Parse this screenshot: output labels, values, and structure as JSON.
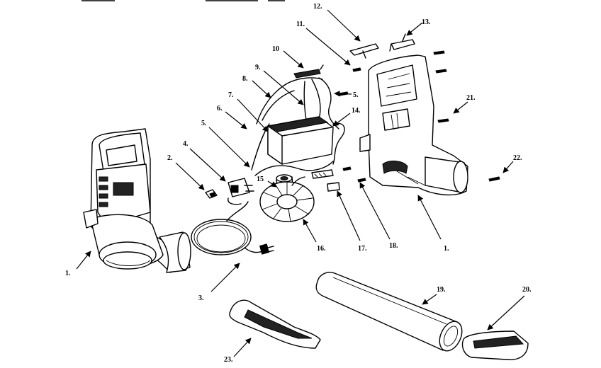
{
  "callouts": {
    "c1a": "1.",
    "c1b": "1.",
    "c2": "2.",
    "c3": "3.",
    "c4": "4.",
    "c5a": "5.",
    "c5b": "5.",
    "c6": "6.",
    "c7": "7.",
    "c8": "8.",
    "c9": "9.",
    "c10": "10",
    "c11": "11.",
    "c12": "12.",
    "c13": "13.",
    "c14": "14.",
    "c15": "15",
    "c16": "16.",
    "c17": "17.",
    "c18": "18.",
    "c19": "19.",
    "c20": "20.",
    "c21": "21.",
    "c22": "22.",
    "c23": "23."
  },
  "colors": {
    "ink": "#000000",
    "paper": "#ffffff"
  }
}
